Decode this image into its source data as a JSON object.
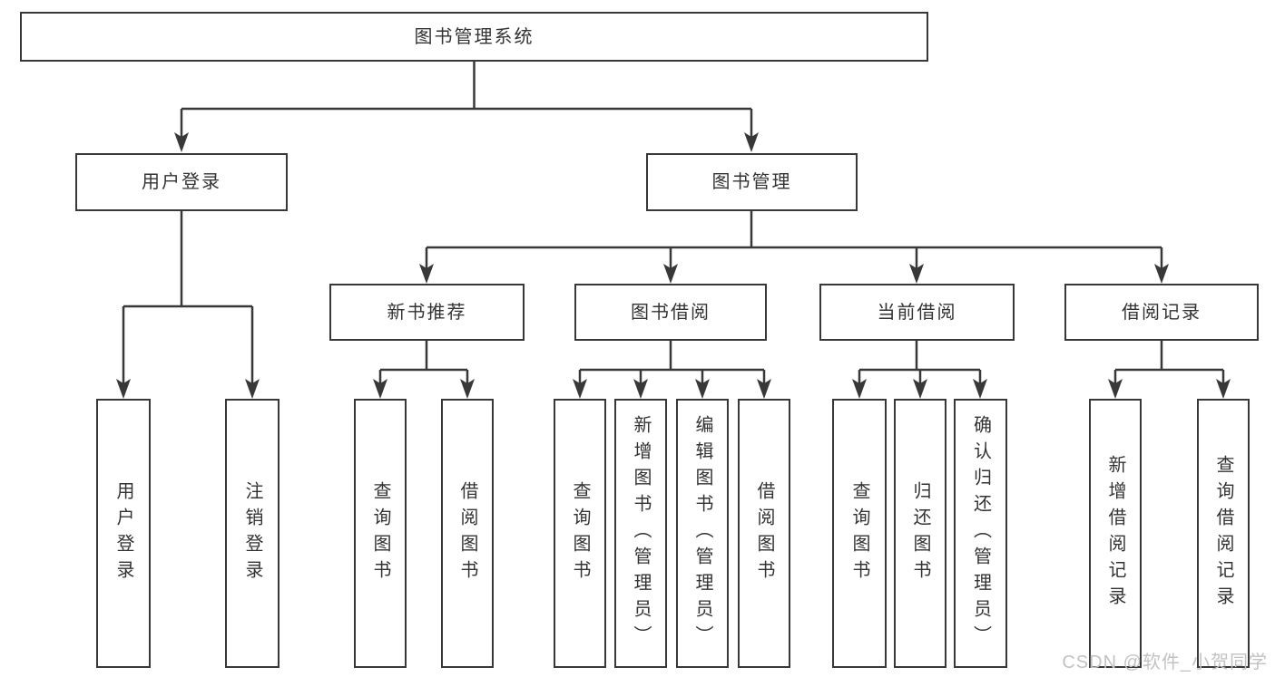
{
  "colors": {
    "line": "#383838",
    "box_border": "#383838",
    "text": "#333333",
    "watermark": "#c2c2c2",
    "background": "#ffffff"
  },
  "diagram": {
    "root": {
      "label": "图书管理系统"
    },
    "level2": [
      {
        "label": "用户登录"
      },
      {
        "label": "图书管理"
      }
    ],
    "level3": [
      {
        "label": "新书推荐",
        "parent": "图书管理"
      },
      {
        "label": "图书借阅",
        "parent": "图书管理"
      },
      {
        "label": "当前借阅",
        "parent": "图书管理"
      },
      {
        "label": "借阅记录",
        "parent": "图书管理"
      }
    ],
    "leaves": [
      {
        "label": "用户登录",
        "parent": "用户登录"
      },
      {
        "label": "注销登录",
        "parent": "用户登录"
      },
      {
        "label": "查询图书",
        "parent": "新书推荐"
      },
      {
        "label": "借阅图书",
        "parent": "新书推荐"
      },
      {
        "label": "查询图书",
        "parent": "图书借阅"
      },
      {
        "label": "新增图书（管理员）",
        "parent": "图书借阅"
      },
      {
        "label": "编辑图书（管理员）",
        "parent": "图书借阅"
      },
      {
        "label": "借阅图书",
        "parent": "图书借阅"
      },
      {
        "label": "查询图书",
        "parent": "当前借阅"
      },
      {
        "label": "归还图书",
        "parent": "当前借阅"
      },
      {
        "label": "确认归还（管理员）",
        "parent": "当前借阅"
      },
      {
        "label": "新增借阅记录",
        "parent": "借阅记录"
      },
      {
        "label": "查询借阅记录",
        "parent": "借阅记录"
      }
    ]
  },
  "watermark": {
    "text": "CSDN @软件_小贺同学"
  }
}
